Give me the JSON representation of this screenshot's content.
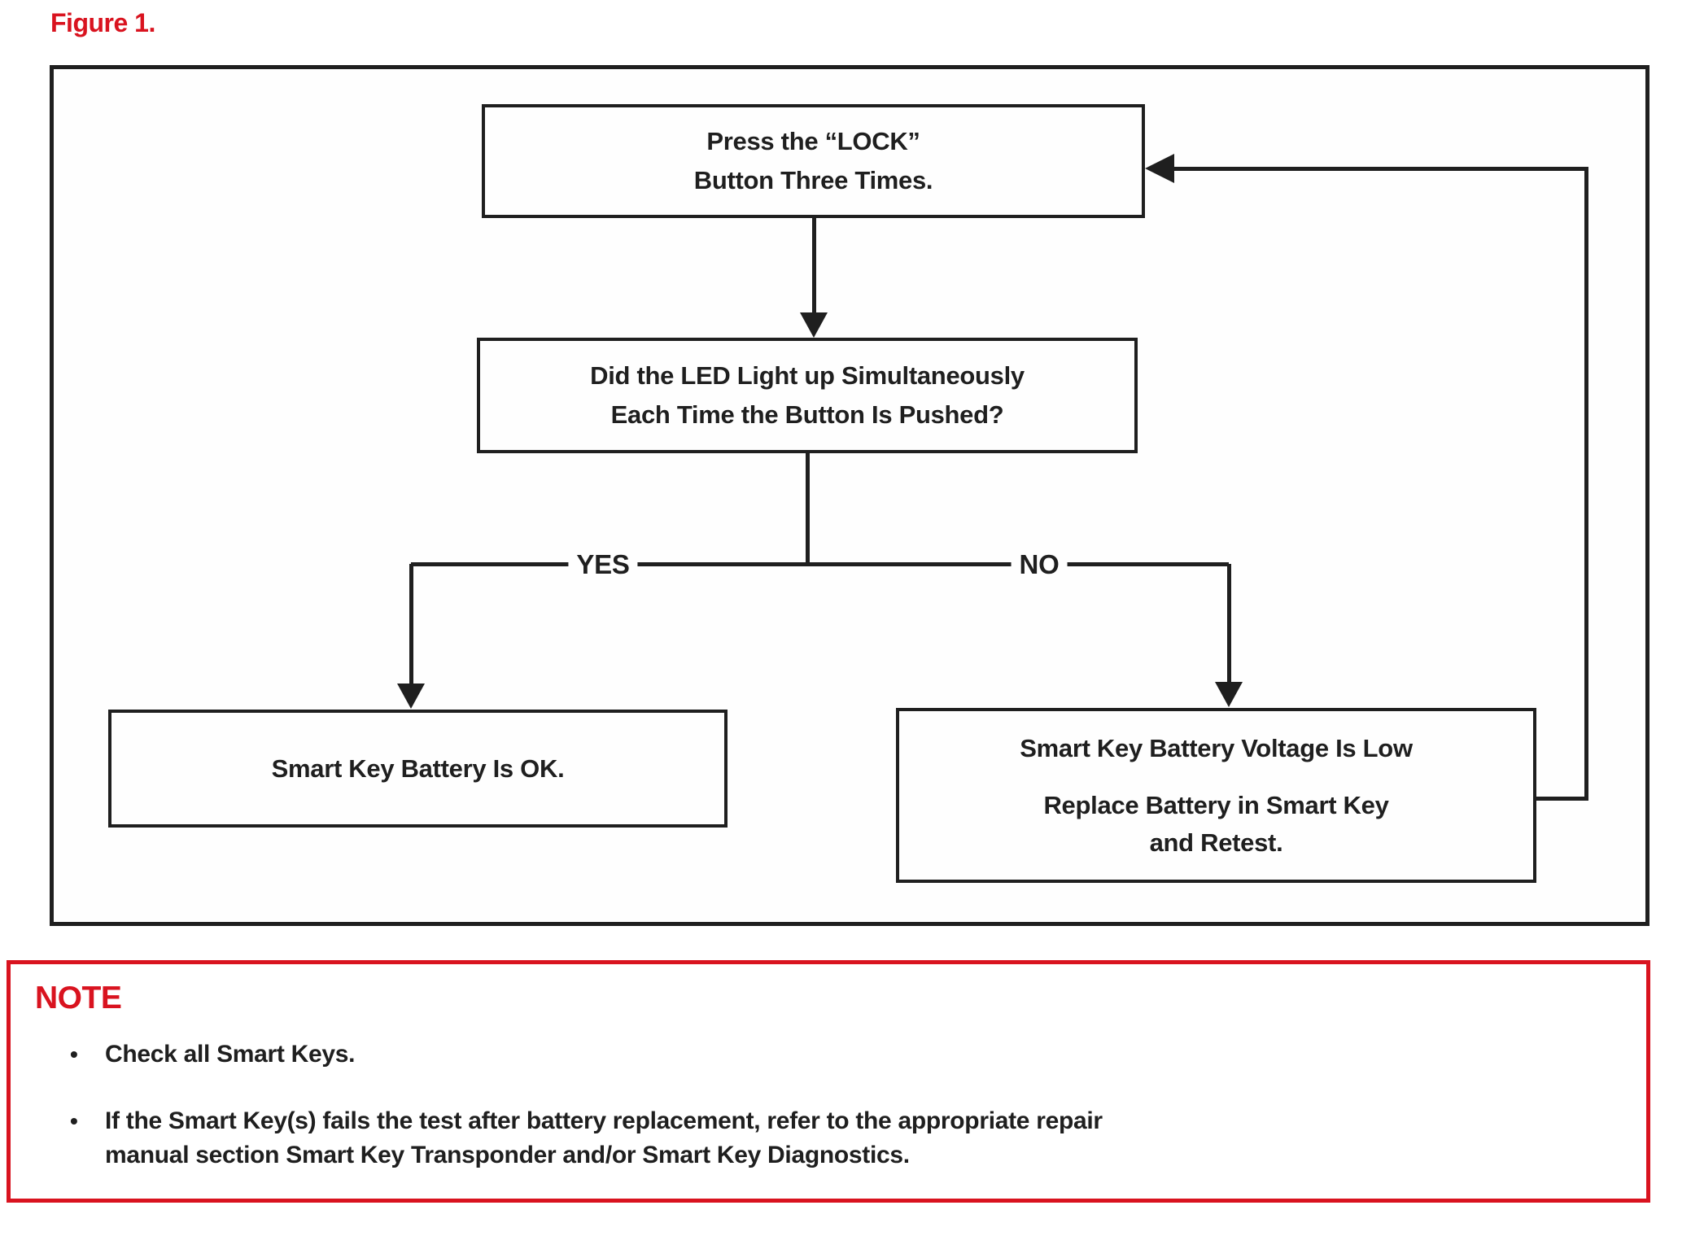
{
  "figure_label": "Figure 1.",
  "flowchart": {
    "step_press_lock": {
      "lines": [
        "Press the “LOCK”",
        "Button Three Times."
      ]
    },
    "decision_led": {
      "lines": [
        "Did the LED Light up Simultaneously",
        "Each Time the Button Is Pushed?"
      ]
    },
    "label_yes": "YES",
    "label_no": "NO",
    "result_ok": {
      "text": "Smart Key Battery Is OK."
    },
    "result_low": {
      "heading": "Smart Key Battery Voltage Is Low",
      "action_lines": [
        "Replace Battery in Smart Key",
        "and Retest."
      ]
    }
  },
  "note": {
    "title": "NOTE",
    "bullets": [
      {
        "marker": "•",
        "lines": [
          "Check all Smart Keys."
        ]
      },
      {
        "marker": "•",
        "lines": [
          "If the Smart Key(s) fails the test after battery replacement, refer to the appropriate repair",
          "manual section Smart Key Transponder and/or Smart Key Diagnostics."
        ]
      }
    ]
  },
  "colors": {
    "accent_red": "#d9131f",
    "ink_black": "#1f1f1f"
  }
}
